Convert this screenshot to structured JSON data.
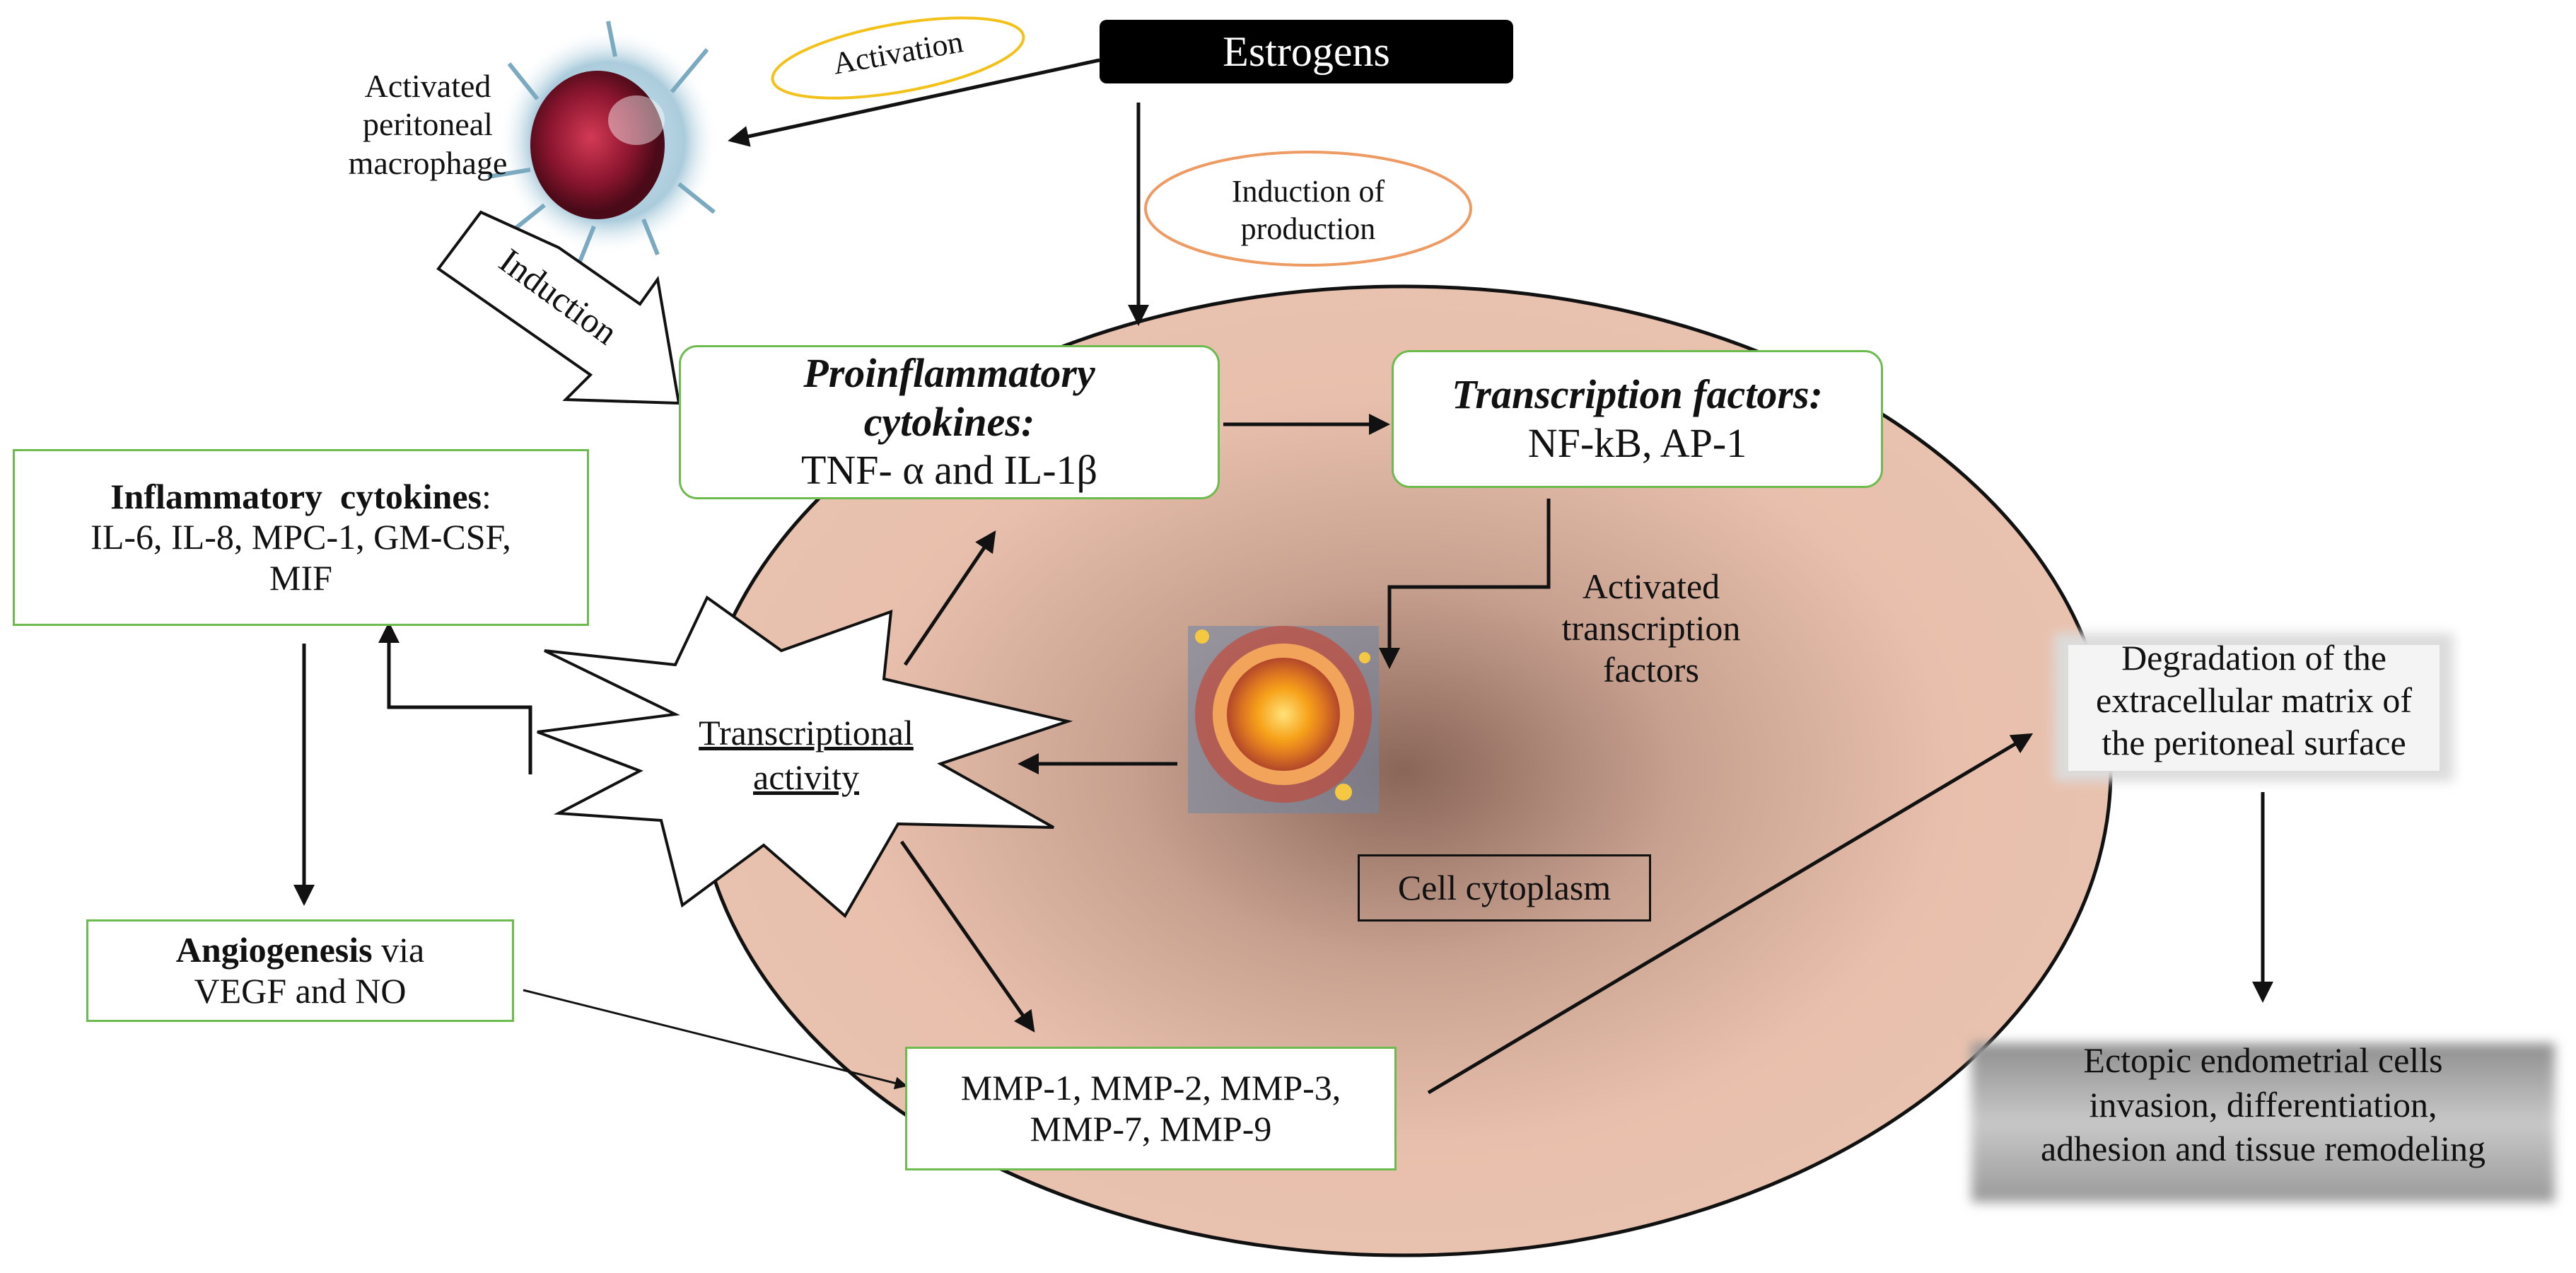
{
  "estrogens": "Estrogens",
  "activation": "Activation",
  "induction_of_production": [
    "Induction of",
    "production"
  ],
  "macrophage_label": [
    "Activated",
    "peritoneal",
    "macrophage"
  ],
  "induction_arrow": "Induction",
  "proinflammatory": {
    "title_line1": "Proinflammatory",
    "title_line2": "cytokines:",
    "items": "TNF- α and IL-1β"
  },
  "transcription_factors": {
    "title": "Transcription factors:",
    "items": "NF-kB, AP-1"
  },
  "inflammatory_cytokines": {
    "title": "Inflammatory  cytokines",
    "colon": ":",
    "line1": "IL-6, IL-8, MPC-1, GM-CSF,",
    "line2": "MIF"
  },
  "activated_tf": [
    "Activated",
    "transcription",
    "factors"
  ],
  "transcriptional_activity": [
    "Transcriptional",
    "activity"
  ],
  "angiogenesis": {
    "bold": "Angiogenesis",
    "rest": " via",
    "line2": "VEGF and NO"
  },
  "cell_cytoplasm": "Cell cytoplasm",
  "mmp": [
    "MMP-1, MMP-2, MMP-3,",
    "MMP-7, MMP-9"
  ],
  "degradation": [
    "Degradation of the",
    "extracellular matrix of",
    "the peritoneal surface"
  ],
  "ectopic": [
    "Ectopic endometrial cells",
    "invasion, differentiation,",
    "adhesion and tissue remodeling"
  ],
  "colors": {
    "box_border": "#6dbb4f",
    "cell_fill": "#e8bfac",
    "cell_center": "#8a6659",
    "activation_oval": "#f2c21b",
    "production_oval": "#ee9a63",
    "estrogens_bg": "#000000"
  }
}
